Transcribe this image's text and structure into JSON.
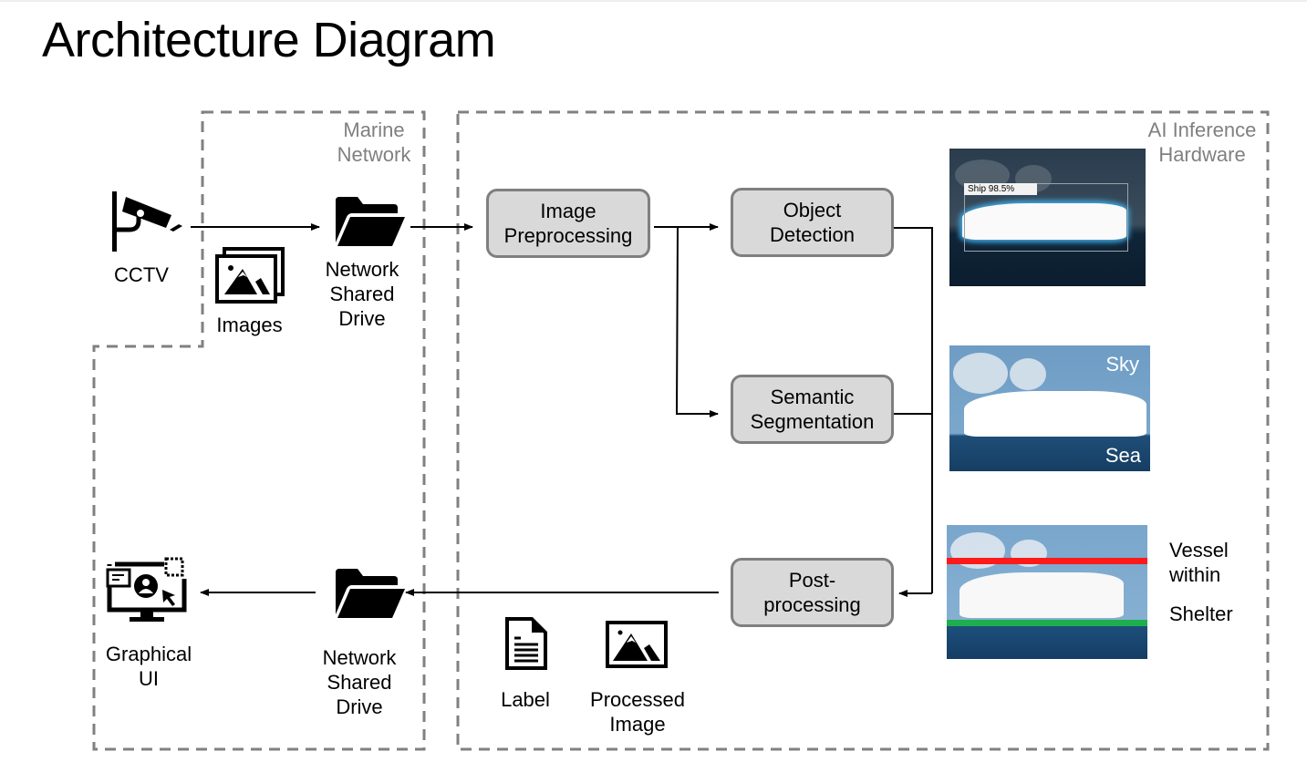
{
  "title": "Architecture Diagram",
  "zones": {
    "marine_network": "Marine\nNetwork",
    "ai_hardware": "AI Inference\nHardware"
  },
  "sources": {
    "cctv": "CCTV",
    "images": "Images",
    "nsd_in": "Network\nShared\nDrive",
    "nsd_out": "Network\nShared\nDrive",
    "gui": "Graphical\nUI",
    "label": "Label",
    "processed_image": "Processed\nImage"
  },
  "nodes": {
    "preprocessing": "Image\nPreprocessing",
    "object_detection": "Object\nDetection",
    "semantic_segmentation": "Semantic\nSegmentation",
    "postprocessing": "Post-\nprocessing"
  },
  "outputs": {
    "detection_tag": "Ship 98.5%",
    "seg_sky": "Sky",
    "seg_sea": "Sea",
    "shelter_line1": "Vessel",
    "shelter_line2": "within",
    "shelter_line3": "Shelter"
  },
  "colors": {
    "zone_border": "#808080",
    "node_fill": "#d9d9d9",
    "node_border": "#7f7f7f",
    "upper_limit": "#ff1a1a",
    "lower_limit": "#1fae4e",
    "detection_glow": "#3fa9e0"
  }
}
